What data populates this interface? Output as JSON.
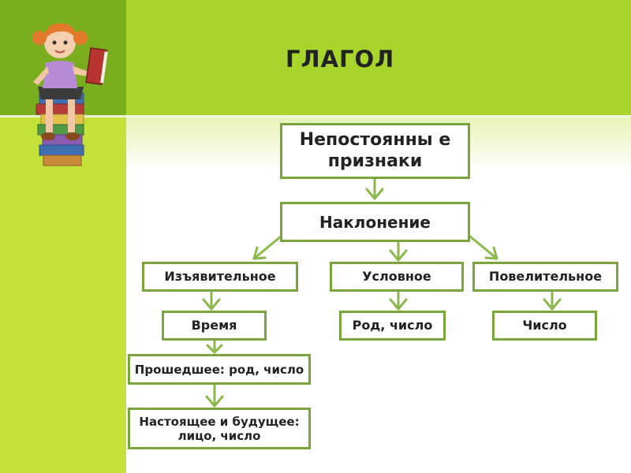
{
  "title": "ГЛАГОЛ",
  "nodes": {
    "root": "Непостоянны е признаки",
    "mood": "Наклонение",
    "indicative": "Изъявительное",
    "conditional": "Условное",
    "imperative": "Повелительное",
    "tense": "Время",
    "gender_number": "Род, число",
    "number": "Число",
    "past": "Прошедшее: род, число",
    "present_future": "Настоящее и будущее: лицо, число"
  },
  "colors": {
    "accent_dark": "#7bae1e",
    "accent_light": "#a8d52c",
    "side_panel": "#c4e13a",
    "box_border": "#7aa53a"
  },
  "illustration": "girl-on-books-icon"
}
